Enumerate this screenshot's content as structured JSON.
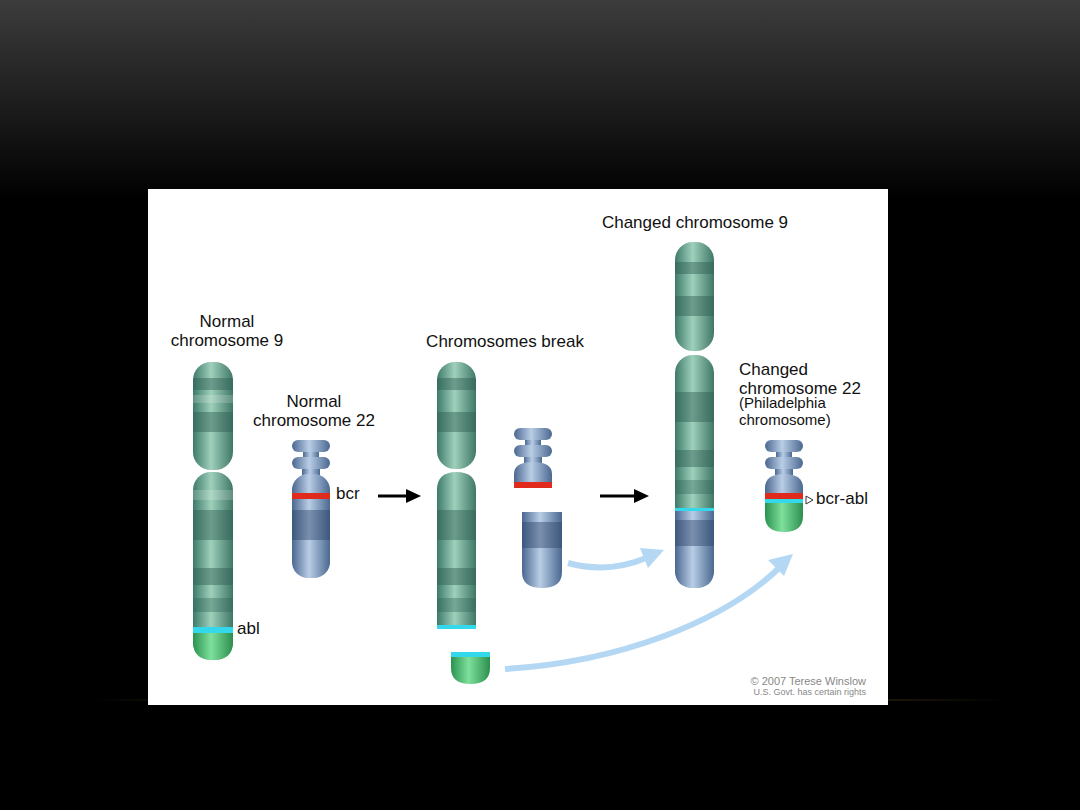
{
  "diagram": {
    "labels": [
      "Normal chromosome 9",
      "Normal chromosome 22",
      "bcr",
      "Chromosomes break",
      "Changed chromosome 9",
      "Changed chromosome 22",
      "(Philadelphia chromosome)",
      "bcr-abl",
      "abl",
      "© 2007 Terese Winslow",
      "U.S. Govt. has certain rights"
    ]
  }
}
